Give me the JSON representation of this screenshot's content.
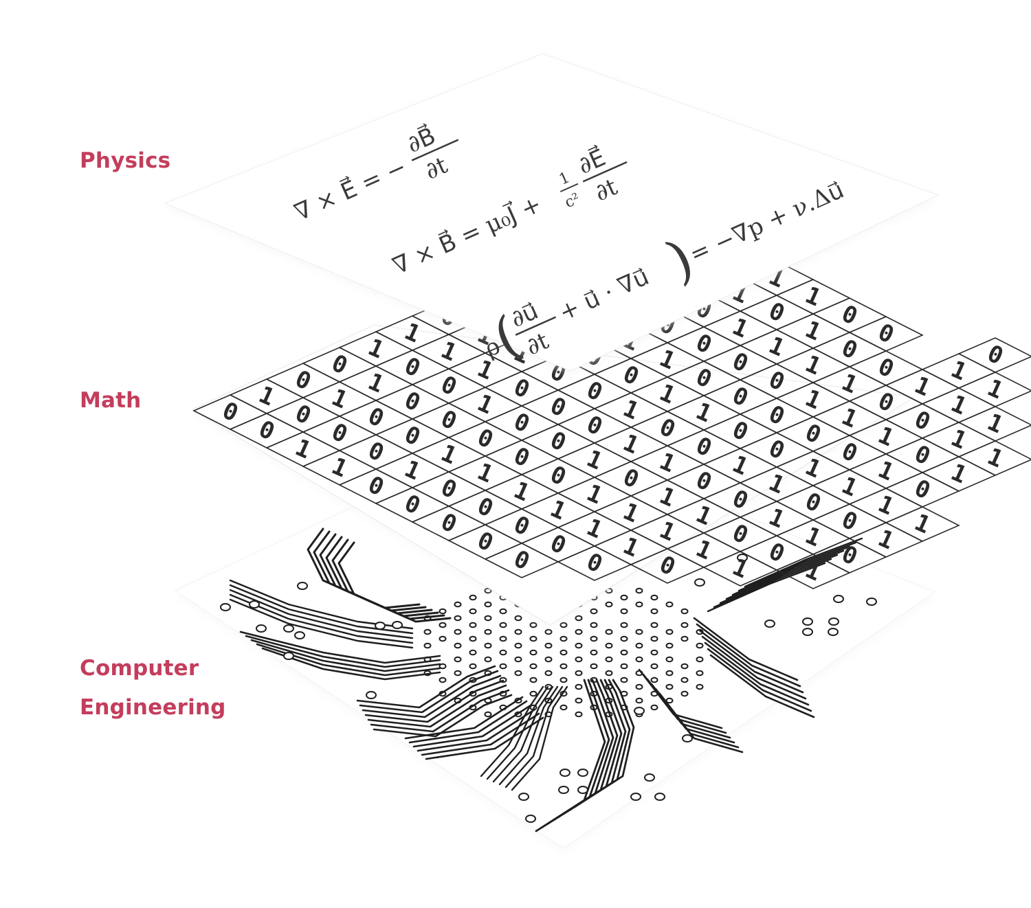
{
  "labels": {
    "physics": "Physics",
    "math": "Math",
    "computer_engineering_line1": "Computer",
    "computer_engineering_line2": "Engineering"
  },
  "colors": {
    "accent": "#c43d5c",
    "ink": "#2a2a2a",
    "plane": "#ffffff"
  },
  "physics_layer": {
    "equations": {
      "faraday_lhs": "∇ × E⃗ = −",
      "faraday_num": "∂B⃗",
      "faraday_den": "∂t",
      "ampere_lhs": "∇ × B⃗ = μ₀J⃗ +",
      "ampere_coef_num": "1",
      "ampere_coef_den": "c²",
      "ampere_num": "∂E⃗",
      "ampere_den": "∂t",
      "navier_rho": "ρ",
      "navier_num": "∂u⃗",
      "navier_den": "∂t",
      "navier_mid": "+ u⃗ · ∇u⃗",
      "navier_rhs": "= −∇p + ν.Δu⃗"
    }
  },
  "math_layer": {
    "grid_rows": [
      "0100110",
      "0011011001",
      "10000111001",
      "1000100010011",
      "0110000010101",
      "0010001100110",
      "0010110100100",
      "001101000110",
      "00111010010110",
      "011101101011",
      "0101011011",
      "10101011",
      "1011"
    ]
  },
  "circuit_layer": {
    "icon": "circuit-board-icon"
  }
}
